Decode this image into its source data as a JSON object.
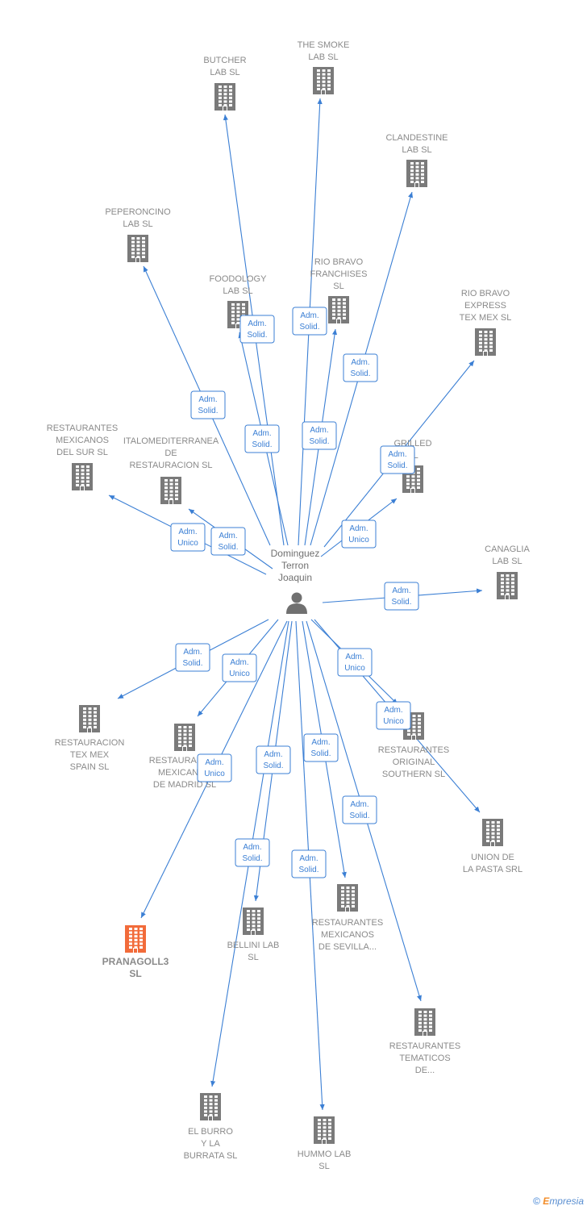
{
  "colors": {
    "edge": "#3b7fd4",
    "node": "#7a7a7a",
    "highlight": "#f26b3a",
    "label": "#8a8a8a"
  },
  "center": {
    "name": [
      "Dominguez",
      "Terron",
      "Joaquin"
    ],
    "icon": "person-icon"
  },
  "nodes": [
    {
      "id": "butcher",
      "lines": [
        "BUTCHER",
        "LAB  SL"
      ],
      "icon": "building-icon"
    },
    {
      "id": "smoke",
      "lines": [
        "THE SMOKE",
        "LAB  SL"
      ],
      "icon": "building-icon"
    },
    {
      "id": "clandestine",
      "lines": [
        "CLANDESTINE",
        "LAB  SL"
      ],
      "icon": "building-icon"
    },
    {
      "id": "peperoncino",
      "lines": [
        "PEPERONCINO",
        "LAB  SL"
      ],
      "icon": "building-icon"
    },
    {
      "id": "foodology",
      "lines": [
        "FOODOLOGY",
        "LAB  SL"
      ],
      "icon": "building-icon"
    },
    {
      "id": "riobravo",
      "lines": [
        "RIO BRAVO",
        "FRANCHISES",
        "SL"
      ],
      "icon": "building-icon"
    },
    {
      "id": "riobravoexpress",
      "lines": [
        "RIO BRAVO",
        "EXPRESS",
        "TEX MEX  SL"
      ],
      "icon": "building-icon"
    },
    {
      "id": "mexsur",
      "lines": [
        "RESTAURANTES",
        "MEXICANOS",
        "DEL SUR SL"
      ],
      "icon": "building-icon"
    },
    {
      "id": "italomed",
      "lines": [
        "ITALOMEDITERRANEA",
        "DE",
        "RESTAURACION SL"
      ],
      "icon": "building-icon"
    },
    {
      "id": "grilled",
      "lines": [
        "GRILLED",
        "SL"
      ],
      "icon": "building-icon"
    },
    {
      "id": "canaglia",
      "lines": [
        "CANAGLIA",
        "LAB  SL"
      ],
      "icon": "building-icon"
    },
    {
      "id": "texmexspain",
      "lines": [
        "RESTAURACION",
        "TEX MEX",
        "SPAIN  SL"
      ],
      "icon": "building-icon"
    },
    {
      "id": "mexmadrid",
      "lines": [
        "RESTAURANTES",
        "MEXICANOS",
        "DE MADRID  SL"
      ],
      "icon": "building-icon"
    },
    {
      "id": "original",
      "lines": [
        "RESTAURANTES",
        "ORIGINAL",
        "SOUTHERN SL"
      ],
      "icon": "building-icon"
    },
    {
      "id": "unionpasta",
      "lines": [
        "UNION DE",
        "LA PASTA SRL"
      ],
      "icon": "building-icon"
    },
    {
      "id": "pranagoll",
      "lines": [
        "PRANAGOLL3",
        "SL"
      ],
      "icon": "building-icon",
      "highlight": true
    },
    {
      "id": "bellini",
      "lines": [
        "BELLINI LAB",
        "SL"
      ],
      "icon": "building-icon"
    },
    {
      "id": "mexsevilla",
      "lines": [
        "RESTAURANTES",
        "MEXICANOS",
        "DE SEVILLA..."
      ],
      "icon": "building-icon"
    },
    {
      "id": "tematicos",
      "lines": [
        "RESTAURANTES",
        "TEMATICOS",
        "DE..."
      ],
      "icon": "building-icon"
    },
    {
      "id": "burro",
      "lines": [
        "EL BURRO",
        "Y LA",
        "BURRATA  SL"
      ],
      "icon": "building-icon"
    },
    {
      "id": "hummo",
      "lines": [
        "HUMMO LAB",
        "SL"
      ],
      "icon": "building-icon"
    }
  ],
  "edges": [
    {
      "to": "butcher",
      "label": [
        "Adm.",
        "Solid."
      ]
    },
    {
      "to": "smoke",
      "label": [
        "Adm.",
        "Solid."
      ]
    },
    {
      "to": "clandestine",
      "label": [
        "Adm.",
        "Solid."
      ]
    },
    {
      "to": "peperoncino",
      "label": [
        "Adm.",
        "Solid."
      ]
    },
    {
      "to": "foodology",
      "label": [
        "Adm.",
        "Solid."
      ]
    },
    {
      "to": "riobravo",
      "label": [
        "Adm.",
        "Solid."
      ]
    },
    {
      "to": "riobravoexpress",
      "label": [
        "Adm.",
        "Solid."
      ]
    },
    {
      "to": "mexsur",
      "label": [
        "Adm.",
        "Unico"
      ]
    },
    {
      "to": "italomed",
      "label": [
        "Adm.",
        "Solid."
      ]
    },
    {
      "to": "grilled",
      "label": [
        "Adm.",
        "Unico"
      ]
    },
    {
      "to": "canaglia",
      "label": [
        "Adm.",
        "Solid."
      ]
    },
    {
      "to": "texmexspain",
      "label": [
        "Adm.",
        "Solid."
      ]
    },
    {
      "to": "mexmadrid",
      "label": [
        "Adm.",
        "Unico"
      ]
    },
    {
      "to": "original",
      "label": [
        "Adm.",
        "Unico"
      ]
    },
    {
      "to": "unionpasta",
      "label": [
        "Adm.",
        "Unico"
      ]
    },
    {
      "to": "pranagoll",
      "label": [
        "Adm.",
        "Unico"
      ]
    },
    {
      "to": "bellini",
      "label": [
        "Adm.",
        "Solid."
      ]
    },
    {
      "to": "mexsevilla",
      "label": [
        "Adm.",
        "Solid."
      ]
    },
    {
      "to": "tematicos",
      "label": [
        "Adm.",
        "Solid."
      ]
    },
    {
      "to": "burro",
      "label": [
        "Adm.",
        "Solid."
      ]
    },
    {
      "to": "hummo",
      "label": [
        "Adm.",
        "Solid."
      ]
    }
  ],
  "watermark": {
    "symbol": "©",
    "brand_initial": "E",
    "brand_rest": "mpresia"
  }
}
